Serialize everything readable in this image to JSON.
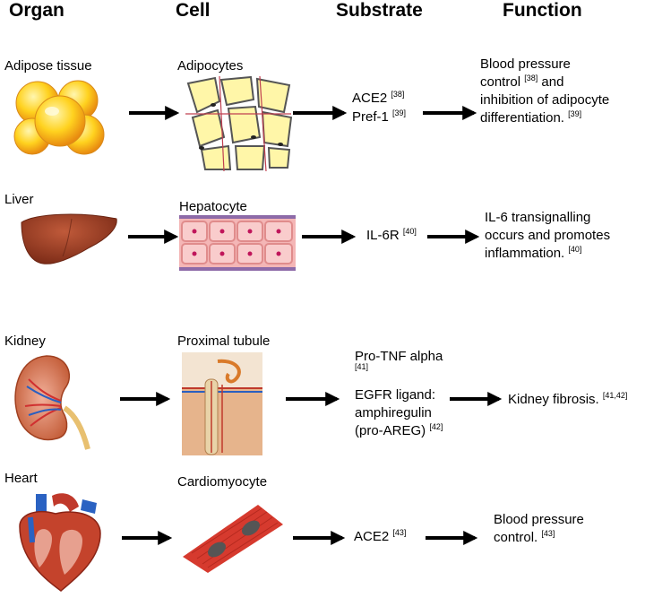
{
  "headers": {
    "organ": "Organ",
    "cell": "Cell",
    "substrate": "Substrate",
    "function": "Function"
  },
  "rows": [
    {
      "organ": "Adipose tissue",
      "cell": "Adipocytes",
      "substrates": [
        {
          "text": "ACE2",
          "ref": "[38]"
        },
        {
          "text": "Pref-1",
          "ref": "[39]"
        }
      ],
      "function": {
        "l1": "Blood pressure",
        "l2a": "control",
        "l2ref": "[38]",
        "l2b": "and",
        "l3": "inhibition of adipocyte",
        "l4a": "differentiation.",
        "l4ref": "[39]"
      }
    },
    {
      "organ": "Liver",
      "cell": "Hepatocyte",
      "substrate": {
        "text": "IL-6R",
        "ref": "[40]"
      },
      "function": {
        "l1": "IL-6 transignalling",
        "l2": "occurs and promotes",
        "l3a": "inflammation.",
        "l3ref": "[40]"
      }
    },
    {
      "organ": "Kidney",
      "cell": "Proximal tubule",
      "substrate": {
        "l1": "Pro-TNF alpha",
        "l1ref": "[41]",
        "l2": "EGFR ligand:",
        "l3": "amphiregulin",
        "l4": "(pro-AREG)",
        "l4ref": "[42]"
      },
      "function": {
        "text": "Kidney fibrosis.",
        "ref": "[41,42]"
      }
    },
    {
      "organ": "Heart",
      "cell": "Cardiomyocyte",
      "substrate": {
        "text": "ACE2",
        "ref": "[43]"
      },
      "function": {
        "l1": "Blood pressure",
        "l2a": "control.",
        "l2ref": "[43]"
      }
    }
  ]
}
